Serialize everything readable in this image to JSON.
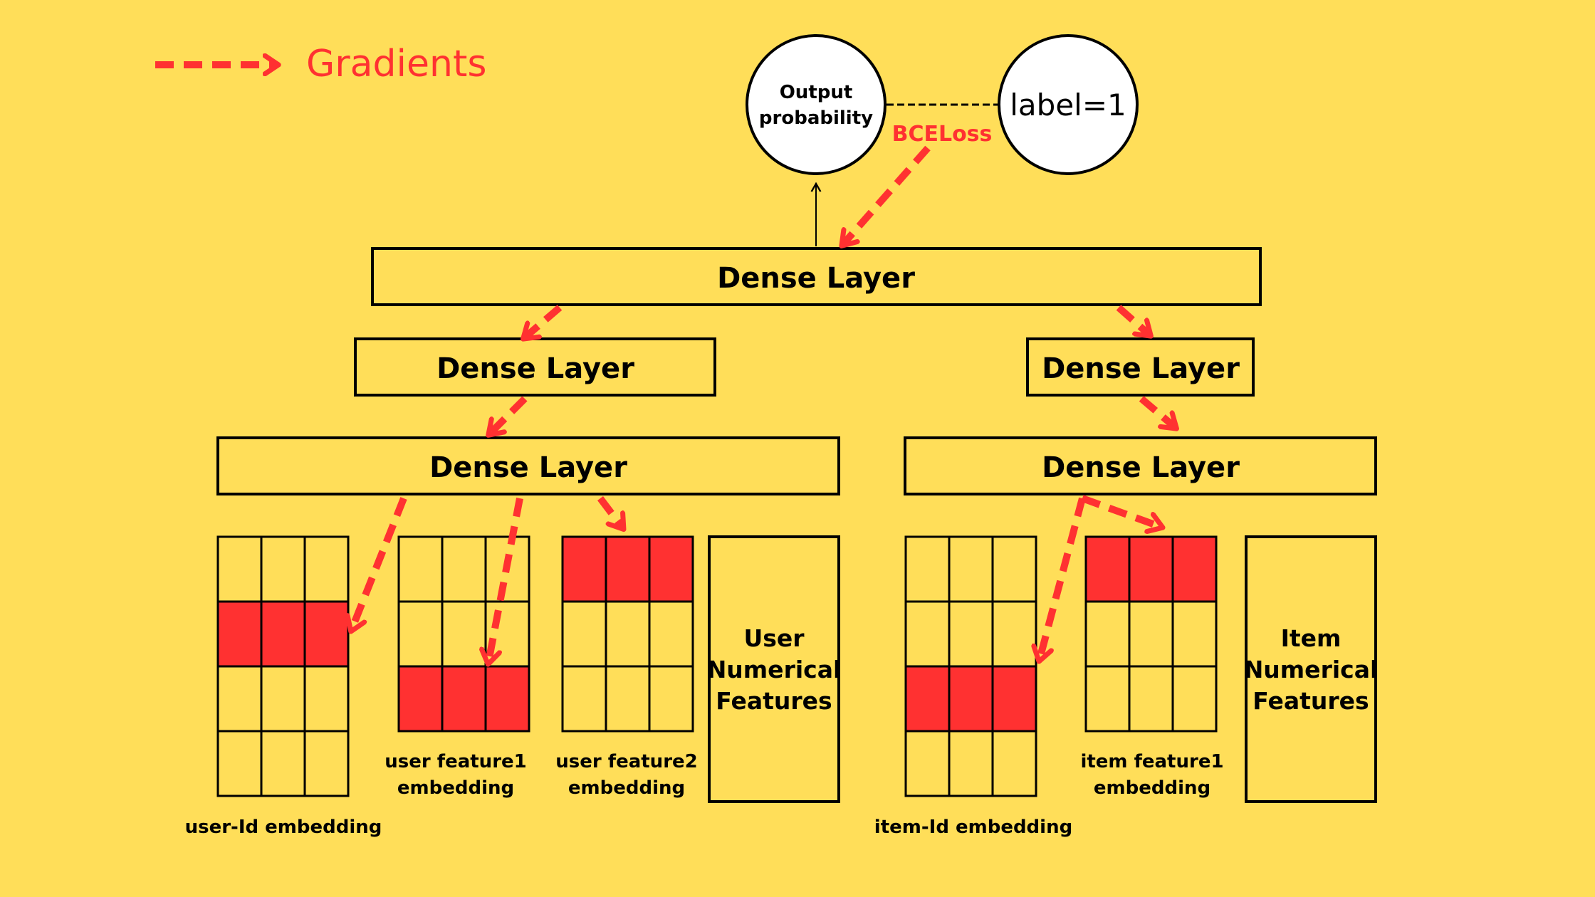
{
  "legend": {
    "label": "Gradients"
  },
  "output": {
    "line1": "Output",
    "line2": "probability"
  },
  "label_node": {
    "text": "label=1"
  },
  "loss": {
    "text": "BCELoss"
  },
  "layers": {
    "top": "Dense Layer",
    "user_mid": "Dense Layer",
    "item_mid": "Dense Layer",
    "user_low": "Dense Layer",
    "item_low": "Dense Layer"
  },
  "embeddings": {
    "user_id": {
      "line1": "user-Id embedding"
    },
    "user_feature1": {
      "line1": "user feature1",
      "line2": "embedding"
    },
    "user_feature2": {
      "line1": "user feature2",
      "line2": "embedding"
    },
    "item_id": {
      "line1": "item-Id embedding"
    },
    "item_feature1": {
      "line1": "item feature1",
      "line2": "embedding"
    }
  },
  "numerical": {
    "user": {
      "line1": "User",
      "line2": "Numerical",
      "line3": "Features"
    },
    "item": {
      "line1": "Item",
      "line2": "Numerical",
      "line3": "Features"
    }
  },
  "colors": {
    "background": "#FFDE59",
    "gradient": "#FF3131",
    "highlight": "#FF3131"
  }
}
